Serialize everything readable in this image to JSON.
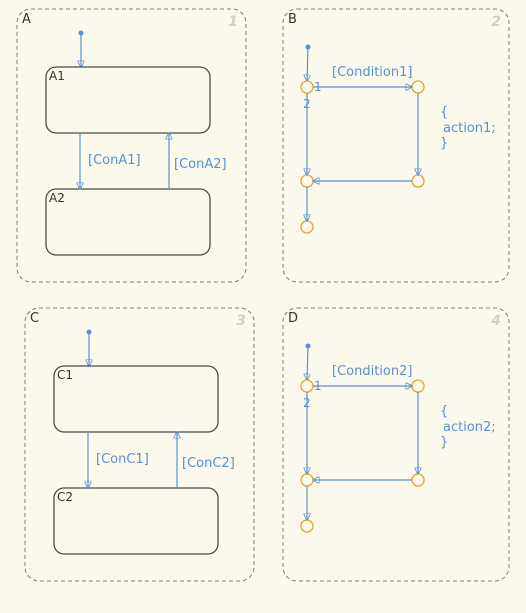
{
  "colors": {
    "background": "#fbf9ec",
    "panel_border": "#7b7b7b",
    "state_border": "#4a4a4a",
    "transition": "#5a8fd6",
    "junction": "#e3a62a",
    "text": "#333333",
    "blue_text": "#5a8fd6",
    "number": "#cfcfcf"
  },
  "panels": [
    {
      "label": "A",
      "number": "1",
      "kind": "parallel",
      "states": [
        {
          "name": "A1"
        },
        {
          "name": "A2"
        }
      ],
      "transitions": [
        {
          "label": "[ConA1]",
          "direction": "down"
        },
        {
          "label": "[ConA2]",
          "direction": "up"
        }
      ]
    },
    {
      "label": "B",
      "number": "2",
      "kind": "flow",
      "condition": "[Condition1]",
      "action_lines": [
        "{",
        "action1;",
        "}"
      ],
      "branch_labels": [
        "1",
        "2"
      ]
    },
    {
      "label": "C",
      "number": "3",
      "kind": "parallel",
      "states": [
        {
          "name": "C1"
        },
        {
          "name": "C2"
        }
      ],
      "transitions": [
        {
          "label": "[ConC1]",
          "direction": "down"
        },
        {
          "label": "[ConC2]",
          "direction": "up"
        }
      ]
    },
    {
      "label": "D",
      "number": "4",
      "kind": "flow",
      "condition": "[Condition2]",
      "action_lines": [
        "{",
        "action2;",
        "}"
      ],
      "branch_labels": [
        "1",
        "2"
      ]
    }
  ]
}
